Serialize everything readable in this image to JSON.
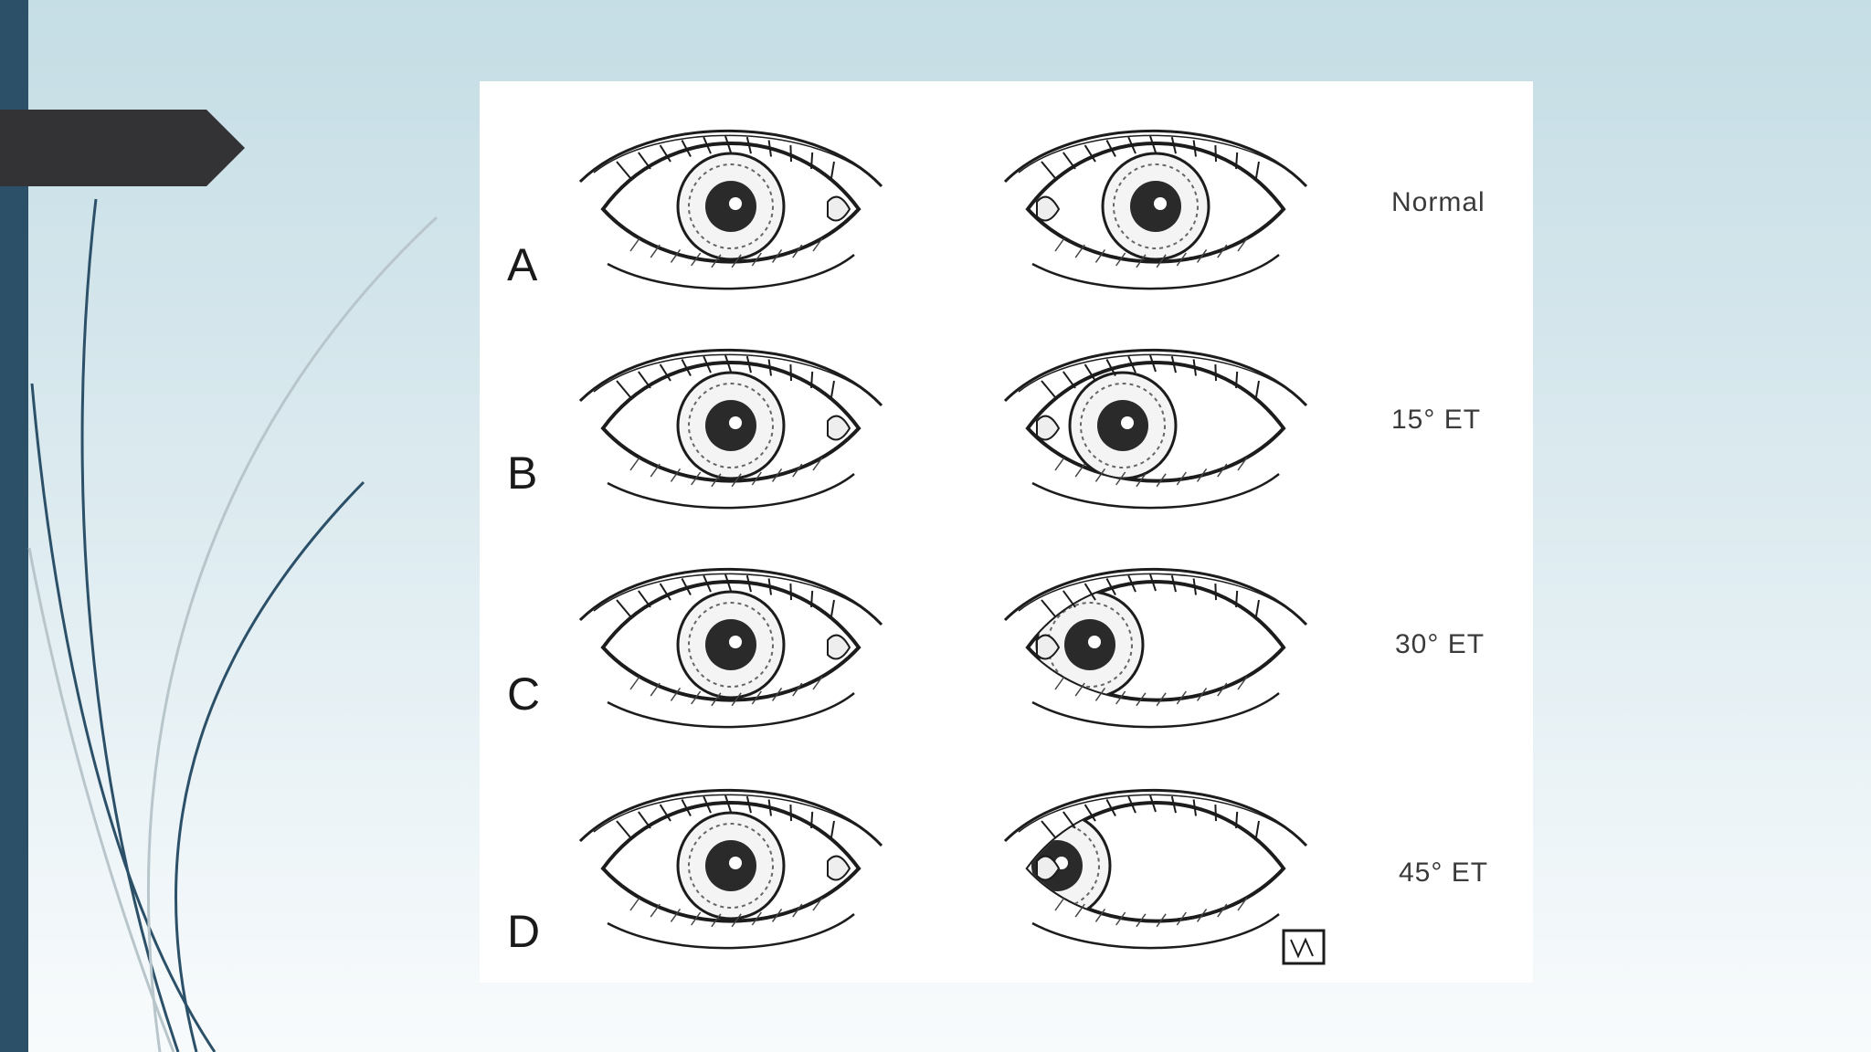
{
  "slide": {
    "accent_color": "#2b5068",
    "tag_color": "#333335"
  },
  "figure": {
    "rows": [
      {
        "letter": "A",
        "label": "Normal",
        "deviation_degrees": 0
      },
      {
        "letter": "B",
        "label": "15° ET",
        "deviation_degrees": 15
      },
      {
        "letter": "C",
        "label": "30° ET",
        "deviation_degrees": 30
      },
      {
        "letter": "D",
        "label": "45° ET",
        "deviation_degrees": 45
      }
    ]
  }
}
